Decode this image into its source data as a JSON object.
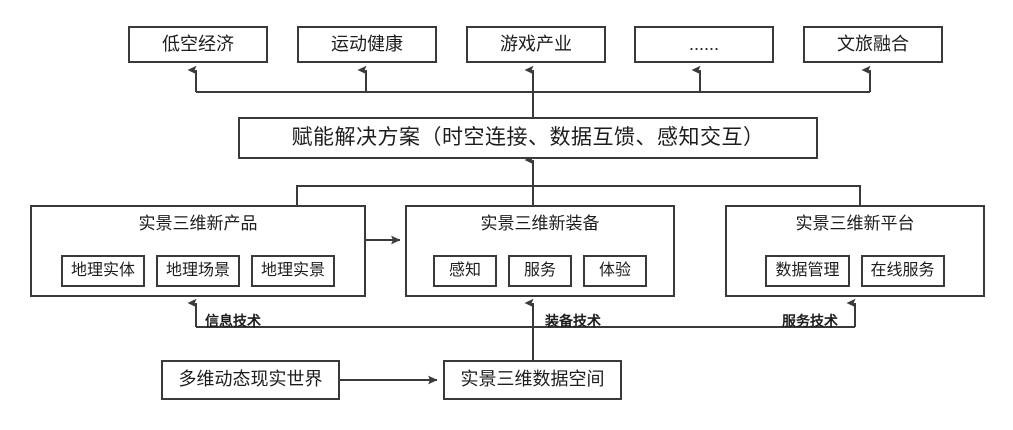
{
  "diagram": {
    "title_row": [
      {
        "label": "低空经济"
      },
      {
        "label": "运动健康"
      },
      {
        "label": "游戏产业"
      },
      {
        "label": "......"
      },
      {
        "label": "文旅融合"
      }
    ],
    "solution": {
      "label": "赋能解决方案（时空连接、数据互馈、感知交互）"
    },
    "pillars": [
      {
        "title": "实景三维新产品",
        "items": [
          "地理实体",
          "地理场景",
          "地理实景"
        ]
      },
      {
        "title": "实景三维新装备",
        "items": [
          "感知",
          "服务",
          "体验"
        ]
      },
      {
        "title": "实景三维新平台",
        "items": [
          "数据管理",
          "在线服务"
        ]
      }
    ],
    "tech_labels": [
      {
        "label": "信息技术"
      },
      {
        "label": "装备技术"
      },
      {
        "label": "服务技术"
      }
    ],
    "foundation": [
      {
        "label": "多维动态现实世界"
      },
      {
        "label": "实景三维数据空间"
      }
    ],
    "colors": {
      "stroke": "#3a3a3a",
      "text": "#1d1d1d",
      "background": "#ffffff"
    }
  }
}
